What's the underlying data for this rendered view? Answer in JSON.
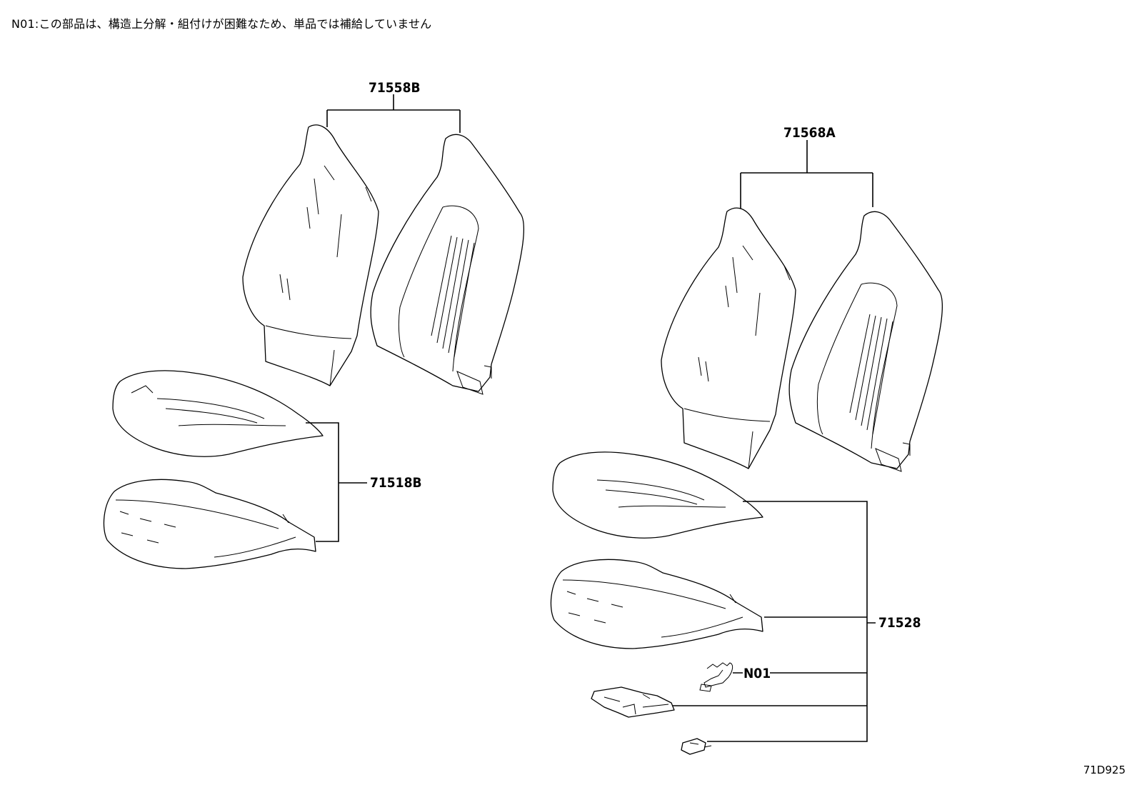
{
  "note": "N01:この部品は、構造上分解・組付けが困難なため、単品では補給していません",
  "diagram_code": "71D925",
  "labels": {
    "part_71558B": "71558B",
    "part_71568A": "71568A",
    "part_71518B": "71518B",
    "part_71528": "71528",
    "part_N01": "N01"
  }
}
